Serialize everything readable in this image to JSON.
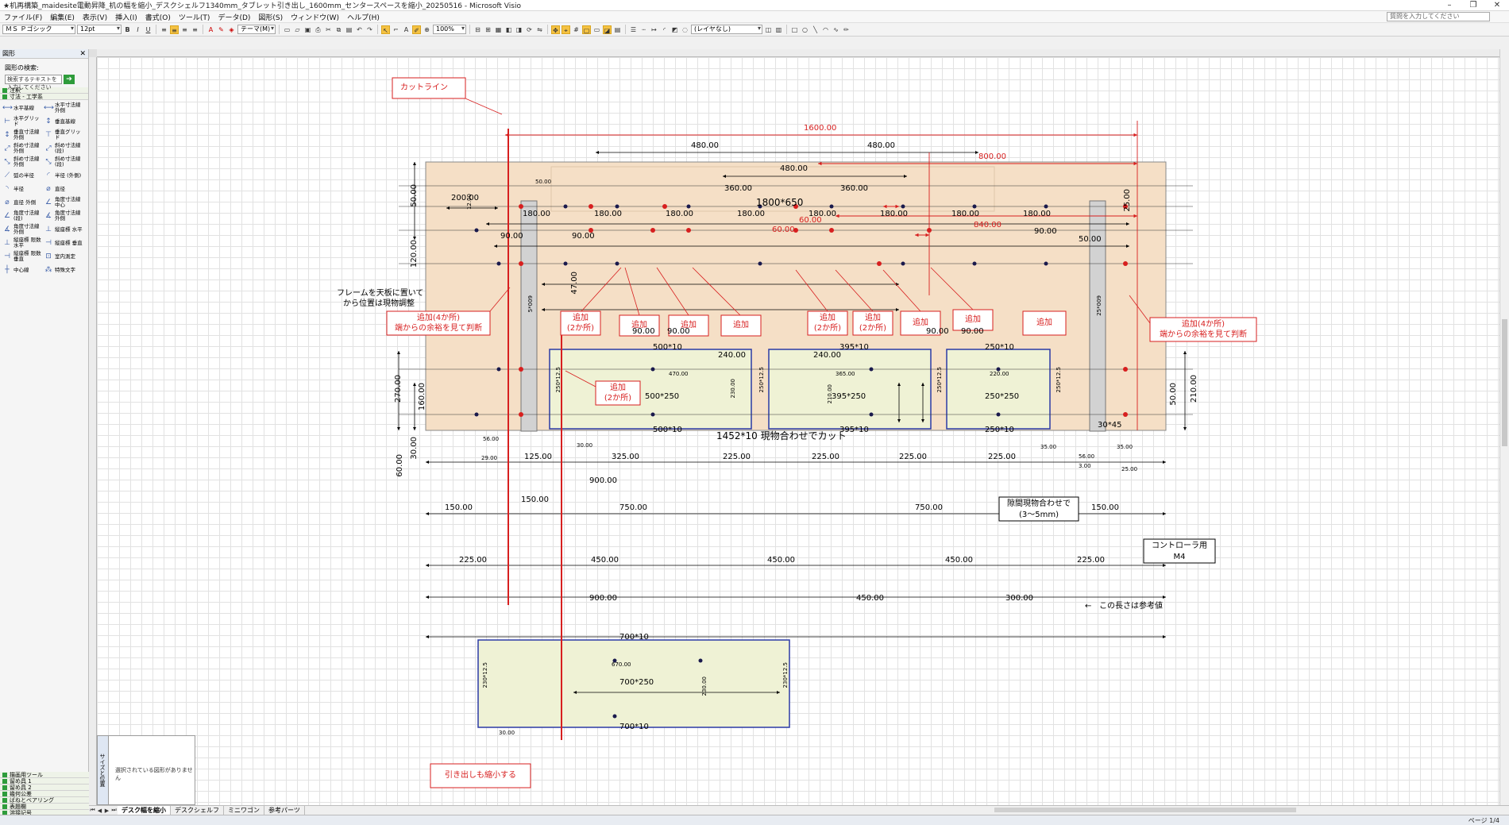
{
  "window": {
    "title": "★机再構築_maidesite電動昇降_机の幅を縮小_デスクシェルフ1340mm_タブレット引き出し_1600mm_センタースペースを縮小_20250516 - Microsoft Visio"
  },
  "menu": [
    "ファイル(F)",
    "編集(E)",
    "表示(V)",
    "挿入(I)",
    "書式(O)",
    "ツール(T)",
    "データ(D)",
    "図形(S)",
    "ウィンドウ(W)",
    "ヘルプ(H)"
  ],
  "help_search": "質問を入力してください",
  "toolbar": {
    "font": "ＭＳ Ｐゴシック",
    "size": "12pt",
    "theme": "テーマ(M)",
    "zoom": "100%",
    "layer": "(レイヤなし)"
  },
  "shapes_panel": {
    "title": "図形",
    "search_label": "図形の検索:",
    "search_placeholder": "検索するテキストを入力してください",
    "top_stencils": [
      "注釈",
      "寸法 - 工学系"
    ],
    "items": [
      "水平基線",
      "水平寸法線 外側",
      "水平グリッド",
      "垂直基線",
      "垂直寸法線 外側",
      "垂直グリッド",
      "斜め寸法線 外側",
      "斜め寸法線 (段)",
      "斜め寸法線 外側",
      "斜め寸法線 (段)",
      "弧の半径",
      "半径 (外側)",
      "半径",
      "直径",
      "直径 外側",
      "角度寸法線 中心",
      "角度寸法線 (段)",
      "角度寸法線 外側",
      "角度寸法線 外側",
      "縦座標 水平",
      "縦座標 限数水平",
      "縦座標 垂直",
      "縦座標 限数垂直",
      "室内測定",
      "中心線",
      "特殊文字"
    ],
    "bottom_stencils": [
      "描画用ツール",
      "留め具 1",
      "留め具 2",
      "幾何公差",
      "ばねとベアリング",
      "表題欄",
      "溶接記号"
    ]
  },
  "sizepos": {
    "title": "サイズと位置",
    "message": "選択されている図形がありません"
  },
  "tabs": [
    "デスク幅を縮小",
    "デスクシェルフ",
    "ミニワゴン",
    "参考パーツ"
  ],
  "status": {
    "page": "ページ 1/4"
  },
  "drawing": {
    "callouts": {
      "cutline": "カットライン",
      "add4_left_1": "追加(4か所)",
      "add4_left_2": "端からの余裕を見て判断",
      "add2_a_1": "追加",
      "add2_a_2": "(2か所)",
      "add": "追加",
      "add2_b_1": "追加",
      "add2_b_2": "(2か所)",
      "add2_c_1": "追加",
      "add2_c_2": "(2か所)",
      "add2_lower_1": "追加",
      "add2_lower_2": "(2か所)",
      "add4_right_1": "追加(4か所)",
      "add4_right_2": "端からの余裕を見て判断",
      "gap_1": "隙間現物合わせで",
      "gap_2": "(3～5mm)",
      "controller_1": "コントローラ用",
      "controller_2": "M4",
      "drawer": "引き出しも縮小する"
    },
    "notes": {
      "frame_1": "フレームを天板に置いて",
      "frame_2": "から位置は現物調整",
      "reference": "この長さは参考値",
      "board": "1800*650",
      "cut_text": "1452*10 現物合わせでカット",
      "p500x250": "500*250",
      "p395x250": "395*250",
      "p250x250": "250*250",
      "p700x250": "700*250",
      "e500x10": "500*10",
      "e395x10": "395*10",
      "e250x10": "250*10",
      "e700x10": "700*10",
      "b30x45": "30*45",
      "leg_l": "5*009",
      "leg_r": "25*009",
      "side_250": "250*12.5",
      "side_230": "230*12.5"
    },
    "dims": {
      "d1600": "1600.00",
      "d480": "480.00",
      "d800": "800.00",
      "d360": "360.00",
      "d200": "200.00",
      "d180": "180.00",
      "d90": "90.00",
      "d60": "60.00",
      "d840": "840.00",
      "d50": "50.00",
      "d120": "120.00",
      "d12": "12.00",
      "d47": "47.00",
      "d25": "25.00",
      "d240": "240.00",
      "d470": "470.00",
      "d365": "365.00",
      "d220": "220.00",
      "d230": "230.00",
      "d210": "210.00",
      "d270": "270.00",
      "d160": "160.00",
      "d30": "30.00",
      "d125": "125.00",
      "d325": "325.00",
      "d225": "225.00",
      "d900": "900.00",
      "d150": "150.00",
      "d750": "750.00",
      "d450": "450.00",
      "d300": "300.00",
      "d670": "670.00",
      "d35": "35.00",
      "d56": "56.00",
      "d3": "3.00",
      "d29": "29.00"
    },
    "colors": {
      "red": "#d71f1f",
      "board": "#f5dfc6",
      "panel": "#eff2d5",
      "leg": "#d2d2d2",
      "blue": "#2b3aa5"
    }
  }
}
